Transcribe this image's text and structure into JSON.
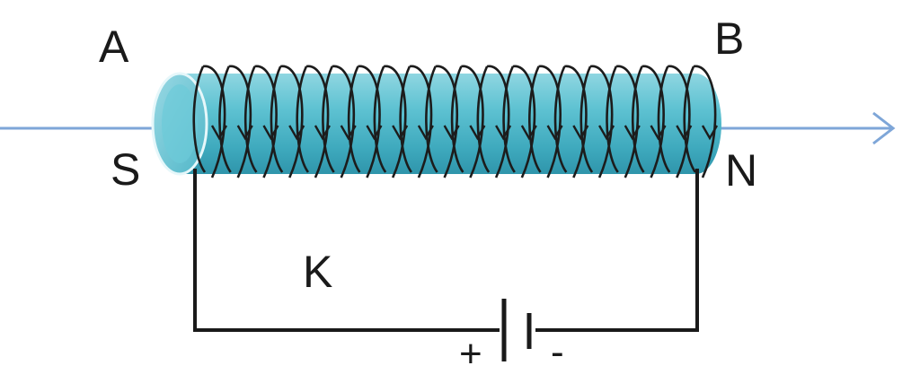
{
  "labels": {
    "a": "A",
    "b": "B",
    "s": "S",
    "n": "N",
    "k": "K",
    "battery_plus": "+",
    "battery_minus": "-"
  },
  "colors": {
    "cylinder": "#5fc0cf",
    "axis_line": "#7ea6d8",
    "wire": "#1a1a1a"
  },
  "coil": {
    "turns": 20
  }
}
